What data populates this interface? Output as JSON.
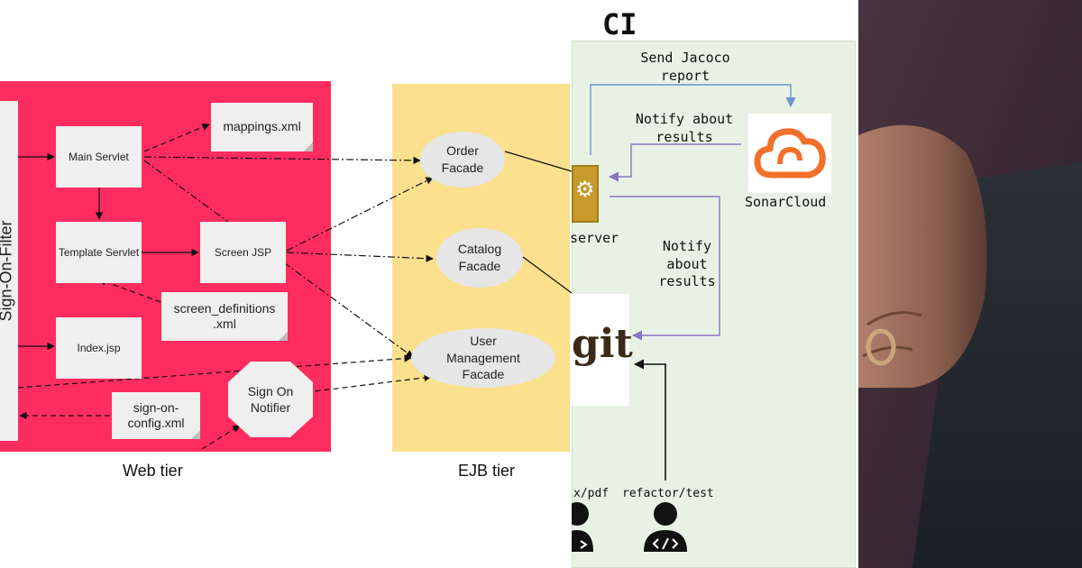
{
  "web_tier": {
    "label": "Web tier",
    "filter_label": "Sign-On-Filter",
    "main_servlet": "Main Servlet",
    "template_servlet": "Template Servlet",
    "screen_jsp": "Screen JSP",
    "index_jsp": "Index.jsp",
    "mappings_xml": "mappings.xml",
    "screen_definitions_xml": "screen_definitions .xml",
    "sign_on_config_xml": "sign-on- config.xml",
    "sign_on_notifier": "Sign On Notifier"
  },
  "ejb_tier": {
    "label": "EJB tier",
    "order_facade": "Order Facade",
    "catalog_facade": "Catalog Facade",
    "user_management_facade": "User Management Facade"
  },
  "ci": {
    "title": "CI",
    "send_jacoco": "Send Jacoco report",
    "notify_results_top": "Notify about results",
    "notify_results_mid": "Notify about results",
    "sonarcloud_label": "SonarCloud",
    "server_label": "server",
    "git_label": "git",
    "dev_left_label": "x/pdf",
    "dev_right_label": "refactor/test",
    "colors": {
      "sonar_orange": "#f3702a",
      "arrow_blue": "#6e93c8",
      "arrow_purple": "#8a74c4"
    }
  }
}
